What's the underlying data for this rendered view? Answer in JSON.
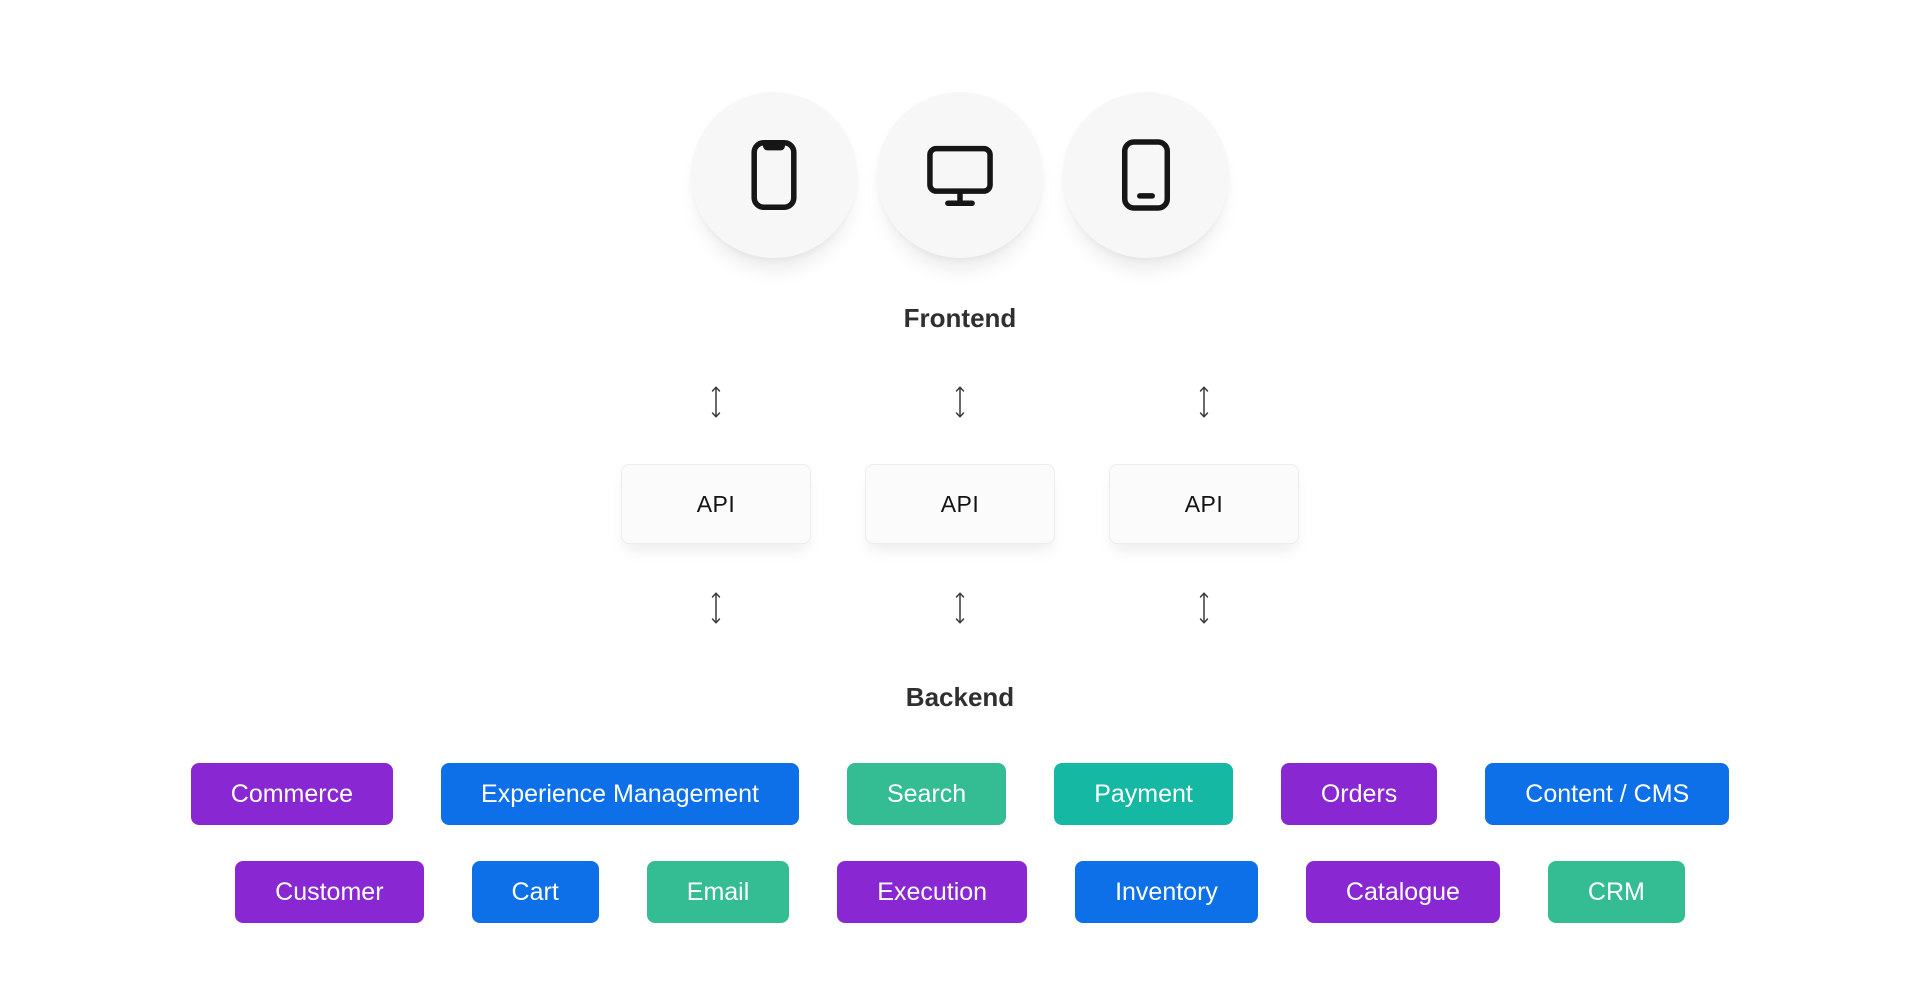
{
  "frontend": {
    "label": "Frontend",
    "devices": [
      {
        "icon": "smartphone-icon"
      },
      {
        "icon": "monitor-icon"
      },
      {
        "icon": "tablet-icon"
      }
    ]
  },
  "api": {
    "boxes": [
      "API",
      "API",
      "API"
    ]
  },
  "backend": {
    "label": "Backend",
    "rows": [
      [
        {
          "label": "Commerce",
          "color": "purple"
        },
        {
          "label": "Experience Management",
          "color": "blue"
        },
        {
          "label": "Search",
          "color": "green"
        },
        {
          "label": "Payment",
          "color": "teal"
        },
        {
          "label": "Orders",
          "color": "purple"
        },
        {
          "label": "Content / CMS",
          "color": "blue"
        }
      ],
      [
        {
          "label": "Customer",
          "color": "purple"
        },
        {
          "label": "Cart",
          "color": "blue"
        },
        {
          "label": "Email",
          "color": "green"
        },
        {
          "label": "Execution",
          "color": "purple"
        },
        {
          "label": "Inventory",
          "color": "blue"
        },
        {
          "label": "Catalogue",
          "color": "purple"
        },
        {
          "label": "CRM",
          "color": "green"
        }
      ]
    ]
  },
  "colors": {
    "purple": "#8928D2",
    "blue": "#0D70E8",
    "green": "#34BC92",
    "teal": "#14B8A3"
  }
}
